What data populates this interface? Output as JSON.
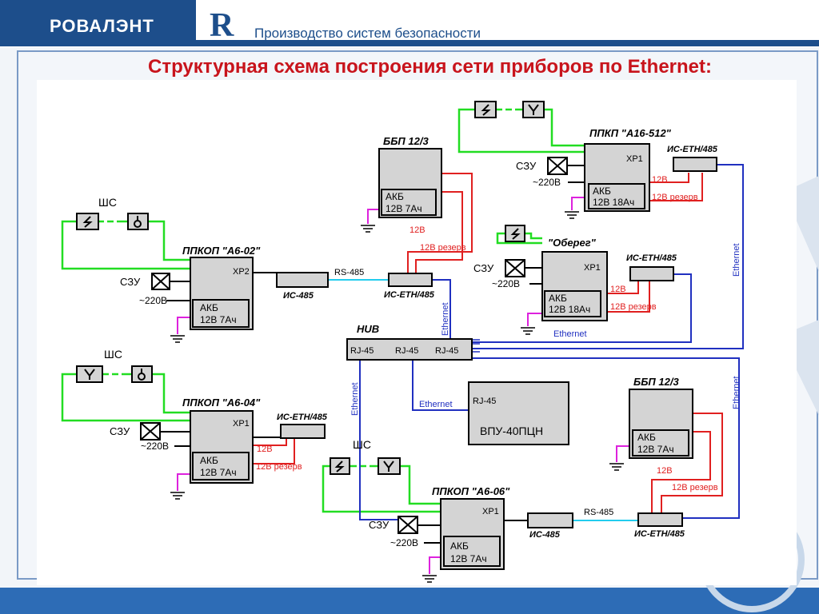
{
  "header": {
    "company_name": "РОВАЛЭНТ",
    "logo_letter": "R",
    "tagline": "Производство систем безопасности"
  },
  "page_title": "Структурная схема построения сети приборов по Ethernet:",
  "diagram": {
    "devices": {
      "a602": {
        "name": "ППКОП \"А6-02\"",
        "port": "XP2",
        "akb": "АКБ",
        "akb_spec": "12В 7Ач"
      },
      "a604": {
        "name": "ППКОП \"А6-04\"",
        "port": "XP1",
        "akb": "АКБ",
        "akb_spec": "12В 7Ач"
      },
      "a606": {
        "name": "ППКОП \"А6-06\"",
        "port": "XP1",
        "akb": "АКБ",
        "akb_spec": "12В 7Ач"
      },
      "a16": {
        "name": "ППКП \"А16-512\"",
        "port": "XP1",
        "akb": "АКБ",
        "akb_spec": "12В 18Ач"
      },
      "obereg": {
        "name": "\"Оберег\"",
        "port": "XP1",
        "akb": "АКБ",
        "akb_spec": "12В 18Ач"
      },
      "bbp_top": {
        "name": "ББП 12/3",
        "akb": "АКБ",
        "akb_spec": "12В 7Ач"
      },
      "bbp_right": {
        "name": "ББП 12/3",
        "akb": "АКБ",
        "akb_spec": "12В 7Ач"
      },
      "hub": {
        "name": "HUB",
        "port": "RJ-45"
      },
      "vpu": {
        "name": "ВПУ-40ПЦН",
        "port": "RJ-45"
      }
    },
    "labels": {
      "shs": "ШС",
      "szu": "СЗУ",
      "mains": "~220В",
      "ic485": "ИС-485",
      "iceth": "ИС-ЕТН/485",
      "rs485": "RS-485",
      "ethernet": "Ethernet",
      "v12": "12В",
      "v12res": "12В резерв"
    }
  }
}
